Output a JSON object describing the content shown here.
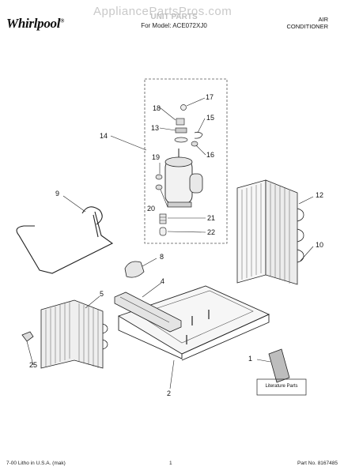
{
  "header": {
    "brand": "Whirlpool",
    "watermark": "AppliancePartsPros.com",
    "title": "UNIT PARTS",
    "model_line": "For Model: ACE072XJ0",
    "product_line1": "AIR",
    "product_line2": "CONDITIONER"
  },
  "literature_label": "Literature Parts",
  "callouts": [
    "1",
    "2",
    "4",
    "5",
    "8",
    "9",
    "10",
    "12",
    "13",
    "14",
    "15",
    "16",
    "17",
    "18",
    "19",
    "20",
    "21",
    "22",
    "25"
  ],
  "footer": {
    "left": "7-00 Litho in U.S.A. (mak)",
    "center": "1",
    "right": "Part No. 8167485"
  }
}
